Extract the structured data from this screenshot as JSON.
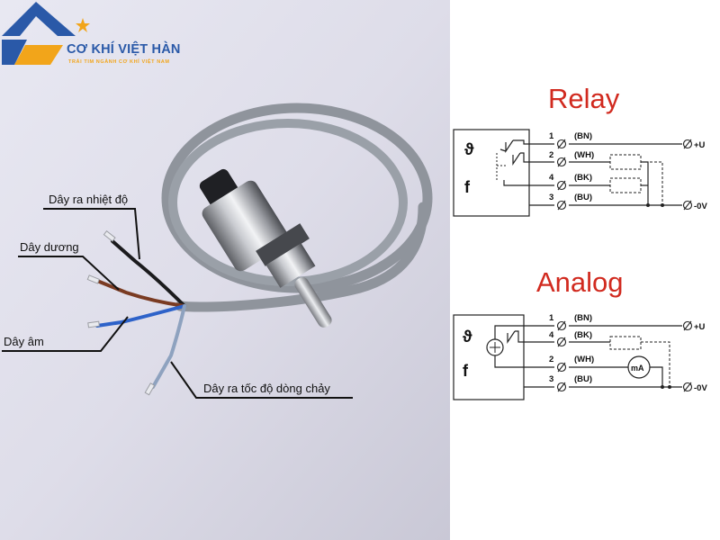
{
  "logo": {
    "brand": "CƠ KHÍ VIỆT HÀN",
    "tagline": "TRÁI TIM NGÀNH CƠ KHÍ VIỆT NAM"
  },
  "photo_labels": {
    "temp_wire": "Dây ra nhiệt độ",
    "positive_wire": "Dây dương",
    "negative_wire": "Dây âm",
    "flow_wire": "Dây ra tốc độ dòng chảy"
  },
  "relay": {
    "title": "Relay",
    "symbol_theta": "ϑ",
    "symbol_f": "f",
    "pins": [
      {
        "num": "1",
        "code": "(BN)"
      },
      {
        "num": "2",
        "code": "(WH)"
      },
      {
        "num": "4",
        "code": "(BK)"
      },
      {
        "num": "3",
        "code": "(BU)"
      }
    ],
    "plus_label": "+U",
    "zero_label": "-0V"
  },
  "analog": {
    "title": "Analog",
    "symbol_theta": "ϑ",
    "symbol_f": "f",
    "pins": [
      {
        "num": "1",
        "code": "(BN)"
      },
      {
        "num": "4",
        "code": "(BK)"
      },
      {
        "num": "2",
        "code": "(WH)"
      },
      {
        "num": "3",
        "code": "(BU)"
      }
    ],
    "meter_label": "mA",
    "plus_label": "+U",
    "zero_label": "-0V"
  },
  "colors": {
    "brand_blue": "#2a59a8",
    "brand_orange": "#f2a51a",
    "title_red": "#d12a1f",
    "cable_grey": "#8f949c",
    "wire_brown": "#7a3b22",
    "wire_blue": "#2d62c9"
  }
}
